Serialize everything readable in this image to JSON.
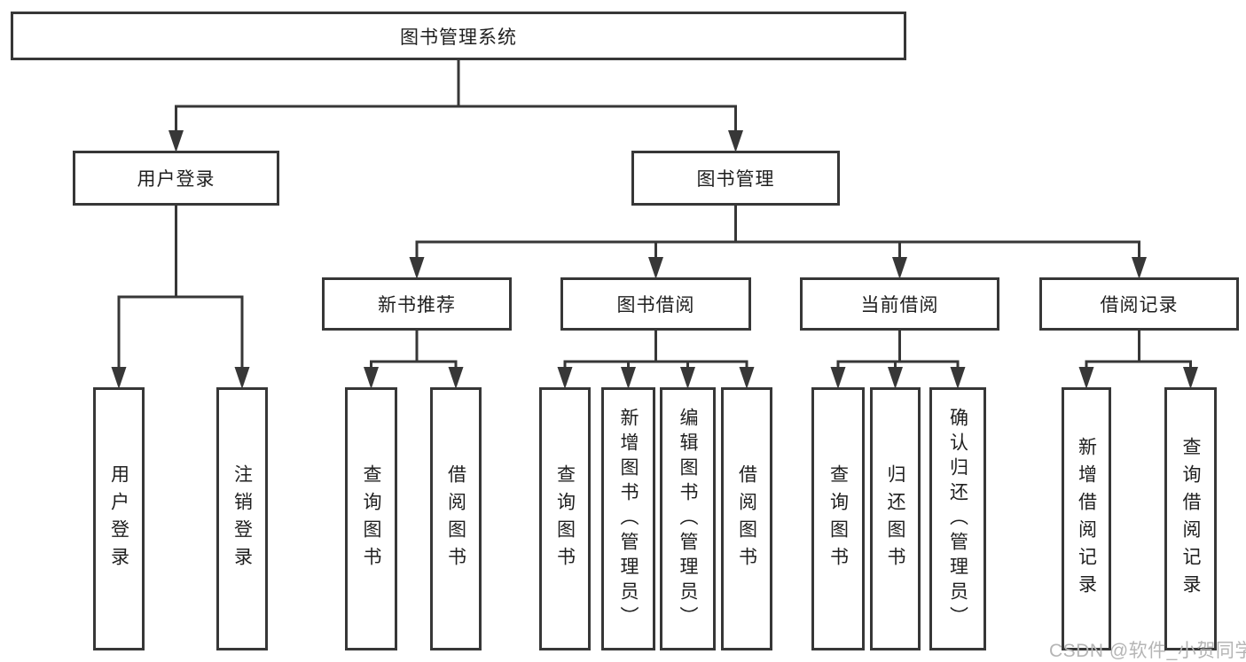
{
  "diagram": {
    "watermark": "CSDN @软件_小贺同学",
    "colors": {
      "line": "#373737",
      "box_border": "#373737",
      "box_background": "#ffffff",
      "text": "#1f1f1f",
      "watermark": "#b5b5b5"
    },
    "nodes": [
      {
        "id": "root",
        "label": "图书管理系统",
        "parent": null
      },
      {
        "id": "login",
        "label": "用户登录",
        "parent": "root"
      },
      {
        "id": "mgmt",
        "label": "图书管理",
        "parent": "root"
      },
      {
        "id": "newrec",
        "label": "新书推荐",
        "parent": "mgmt"
      },
      {
        "id": "borrow",
        "label": "图书借阅",
        "parent": "mgmt"
      },
      {
        "id": "current",
        "label": "当前借阅",
        "parent": "mgmt"
      },
      {
        "id": "records",
        "label": "借阅记录",
        "parent": "mgmt"
      },
      {
        "id": "leaf-login",
        "label": "用户登录",
        "parent": "login"
      },
      {
        "id": "leaf-logout",
        "label": "注销登录",
        "parent": "login"
      },
      {
        "id": "leaf-nr-query",
        "label": "查询图书",
        "parent": "newrec"
      },
      {
        "id": "leaf-nr-borrow",
        "label": "借阅图书",
        "parent": "newrec"
      },
      {
        "id": "leaf-bb-query",
        "label": "查询图书",
        "parent": "borrow"
      },
      {
        "id": "leaf-bb-add",
        "label": "新增图书（管理员）",
        "parent": "borrow"
      },
      {
        "id": "leaf-bb-edit",
        "label": "编辑图书（管理员）",
        "parent": "borrow"
      },
      {
        "id": "leaf-bb-borrow",
        "label": "借阅图书",
        "parent": "borrow"
      },
      {
        "id": "leaf-cb-query",
        "label": "查询图书",
        "parent": "current"
      },
      {
        "id": "leaf-cb-return",
        "label": "归还图书",
        "parent": "current"
      },
      {
        "id": "leaf-cb-confirm",
        "label": "确认归还（管理员）",
        "parent": "current"
      },
      {
        "id": "leaf-br-add",
        "label": "新增借阅记录",
        "parent": "records"
      },
      {
        "id": "leaf-br-query",
        "label": "查询借阅记录",
        "parent": "records"
      }
    ]
  }
}
